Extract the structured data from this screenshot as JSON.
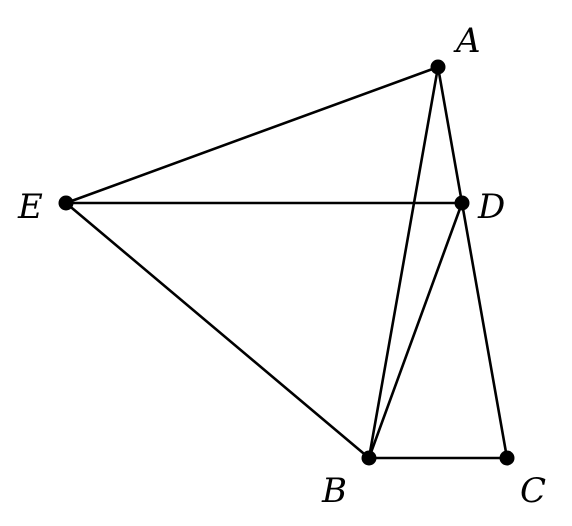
{
  "points": [
    {
      "id": "A",
      "label": "A"
    },
    {
      "id": "B",
      "label": "B"
    },
    {
      "id": "C",
      "label": "C"
    },
    {
      "id": "D",
      "label": "D"
    },
    {
      "id": "E",
      "label": "E"
    }
  ],
  "segments": [
    [
      "E",
      "A"
    ],
    [
      "E",
      "D"
    ],
    [
      "E",
      "B"
    ],
    [
      "A",
      "B"
    ],
    [
      "A",
      "D"
    ],
    [
      "D",
      "C"
    ],
    [
      "B",
      "D"
    ],
    [
      "B",
      "C"
    ]
  ],
  "colors": {
    "stroke": "#000000",
    "background": "#ffffff"
  }
}
